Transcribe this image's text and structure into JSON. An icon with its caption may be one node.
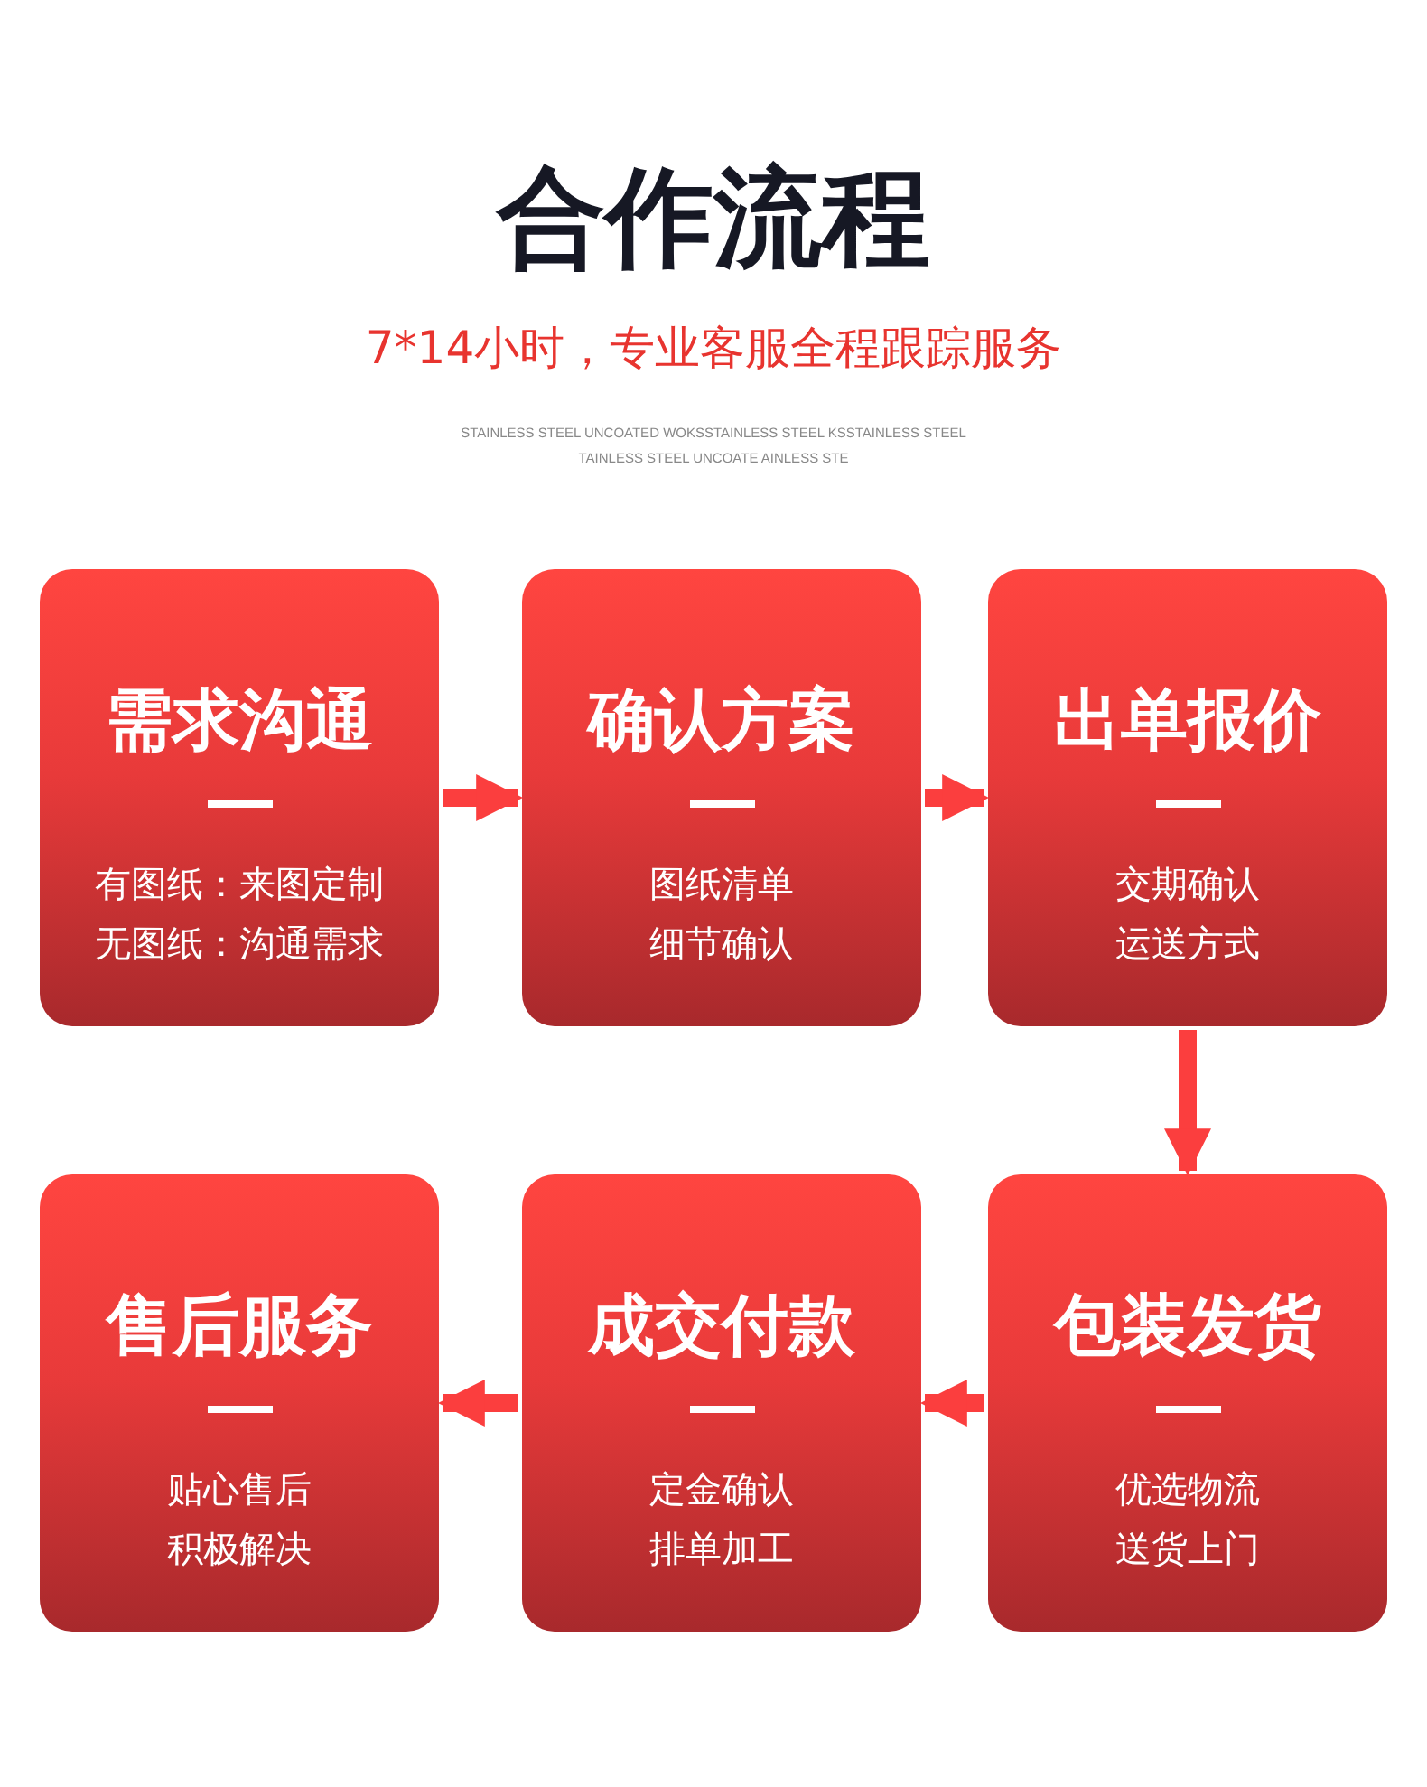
{
  "diagram": {
    "title": "合作流程",
    "caption": "7*14小时，专业客服全程跟踪服务",
    "nodes": [
      {
        "text": [
          "需求沟通",
          "有图纸：来图定制",
          "无图纸：沟通需求"
        ]
      },
      {
        "text": [
          "确认方案",
          "图纸清单",
          "细节确认"
        ]
      },
      {
        "text": [
          "出单报价",
          "交期确认",
          "运送方式"
        ]
      },
      {
        "text": [
          "售后服务",
          "贴心售后",
          "积极解决"
        ]
      },
      {
        "text": [
          "成交付款",
          "定金确认",
          "排单加工"
        ]
      },
      {
        "text": [
          "包装发货",
          "优选物流",
          "送货上门"
        ]
      }
    ],
    "edges": [
      {
        "from": 0,
        "to": 1,
        "arrow": "to"
      },
      {
        "from": 1,
        "to": 2,
        "arrow": "to"
      },
      {
        "from": 2,
        "to": 5,
        "arrow": "to"
      },
      {
        "from": 5,
        "to": 4,
        "arrow": "to"
      },
      {
        "from": 4,
        "to": 3,
        "arrow": "to"
      }
    ],
    "labels": [
      "STAINLESS STEEL UNCOATED WOKSSTAINLESS STEEL KSSTAINLESS STEEL",
      "TAINLESS STEEL UNCOATE AINLESS STE"
    ]
  }
}
